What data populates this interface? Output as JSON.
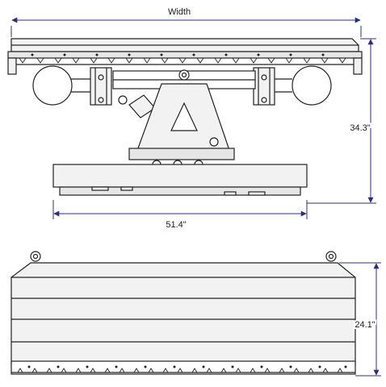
{
  "labels": {
    "width": "Width",
    "depth": "51.4\"",
    "height_top": "34.3\"",
    "height_bottom": "24.1\""
  },
  "colors": {
    "dimension_line": "#2b2f7a",
    "outline": "#222222",
    "fill_light": "#f2f2f2",
    "fill_mid": "#e6e6e6"
  }
}
